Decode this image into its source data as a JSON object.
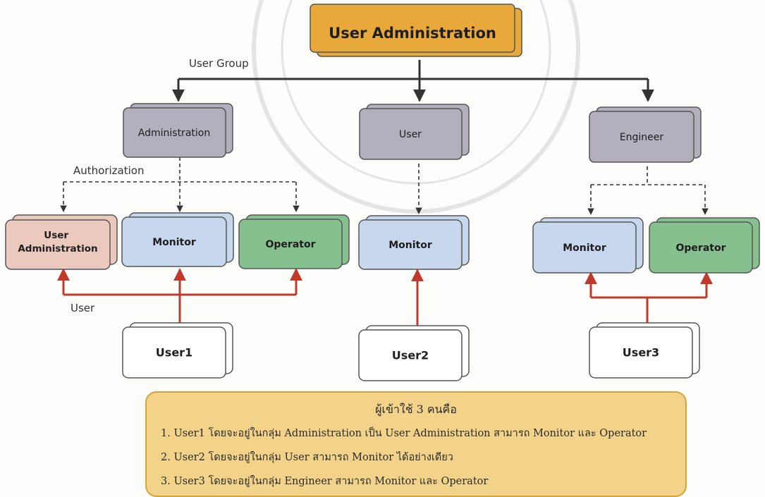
{
  "diagram": {
    "root": "User Administration",
    "groups_label": "User Group",
    "authorization_label": "Authorization",
    "user_link_label": "User",
    "groups": [
      {
        "id": "administration",
        "label": "Administration",
        "roles": [
          "User Administration",
          "Monitor",
          "Operator"
        ],
        "user": "User1"
      },
      {
        "id": "user",
        "label": "User",
        "roles": [
          "Monitor"
        ],
        "user": "User2"
      },
      {
        "id": "engineer",
        "label": "Engineer",
        "roles": [
          "Monitor",
          "Operator"
        ],
        "user": "User3"
      }
    ]
  },
  "legend": {
    "title": "ผู้เข้าใช้ 3 คนคือ",
    "lines": [
      "1. User1 โดยจะอยู่ในกลุ่ม Administration เป็น User Administration สามารถ Monitor และ Operator",
      "2. User2 โดยจะอยู่ในกลุ่ม User สามารถ Monitor ได้อย่างเดียว",
      "3. User3 โดยจะอยู่ในกลุ่ม Engineer  สามารถ Monitor และ Operator"
    ]
  },
  "colors": {
    "root_fill": "#e9a93a",
    "group_fill": "#b4afbd",
    "user_admin_fill": "#ecc9bd",
    "monitor_fill": "#c7d8ee",
    "operator_fill": "#86c08e",
    "user_fill": "#ffffff",
    "user_arrow": "#c0392b",
    "tree_line": "#333333",
    "legend_fill": "#f2d389"
  }
}
